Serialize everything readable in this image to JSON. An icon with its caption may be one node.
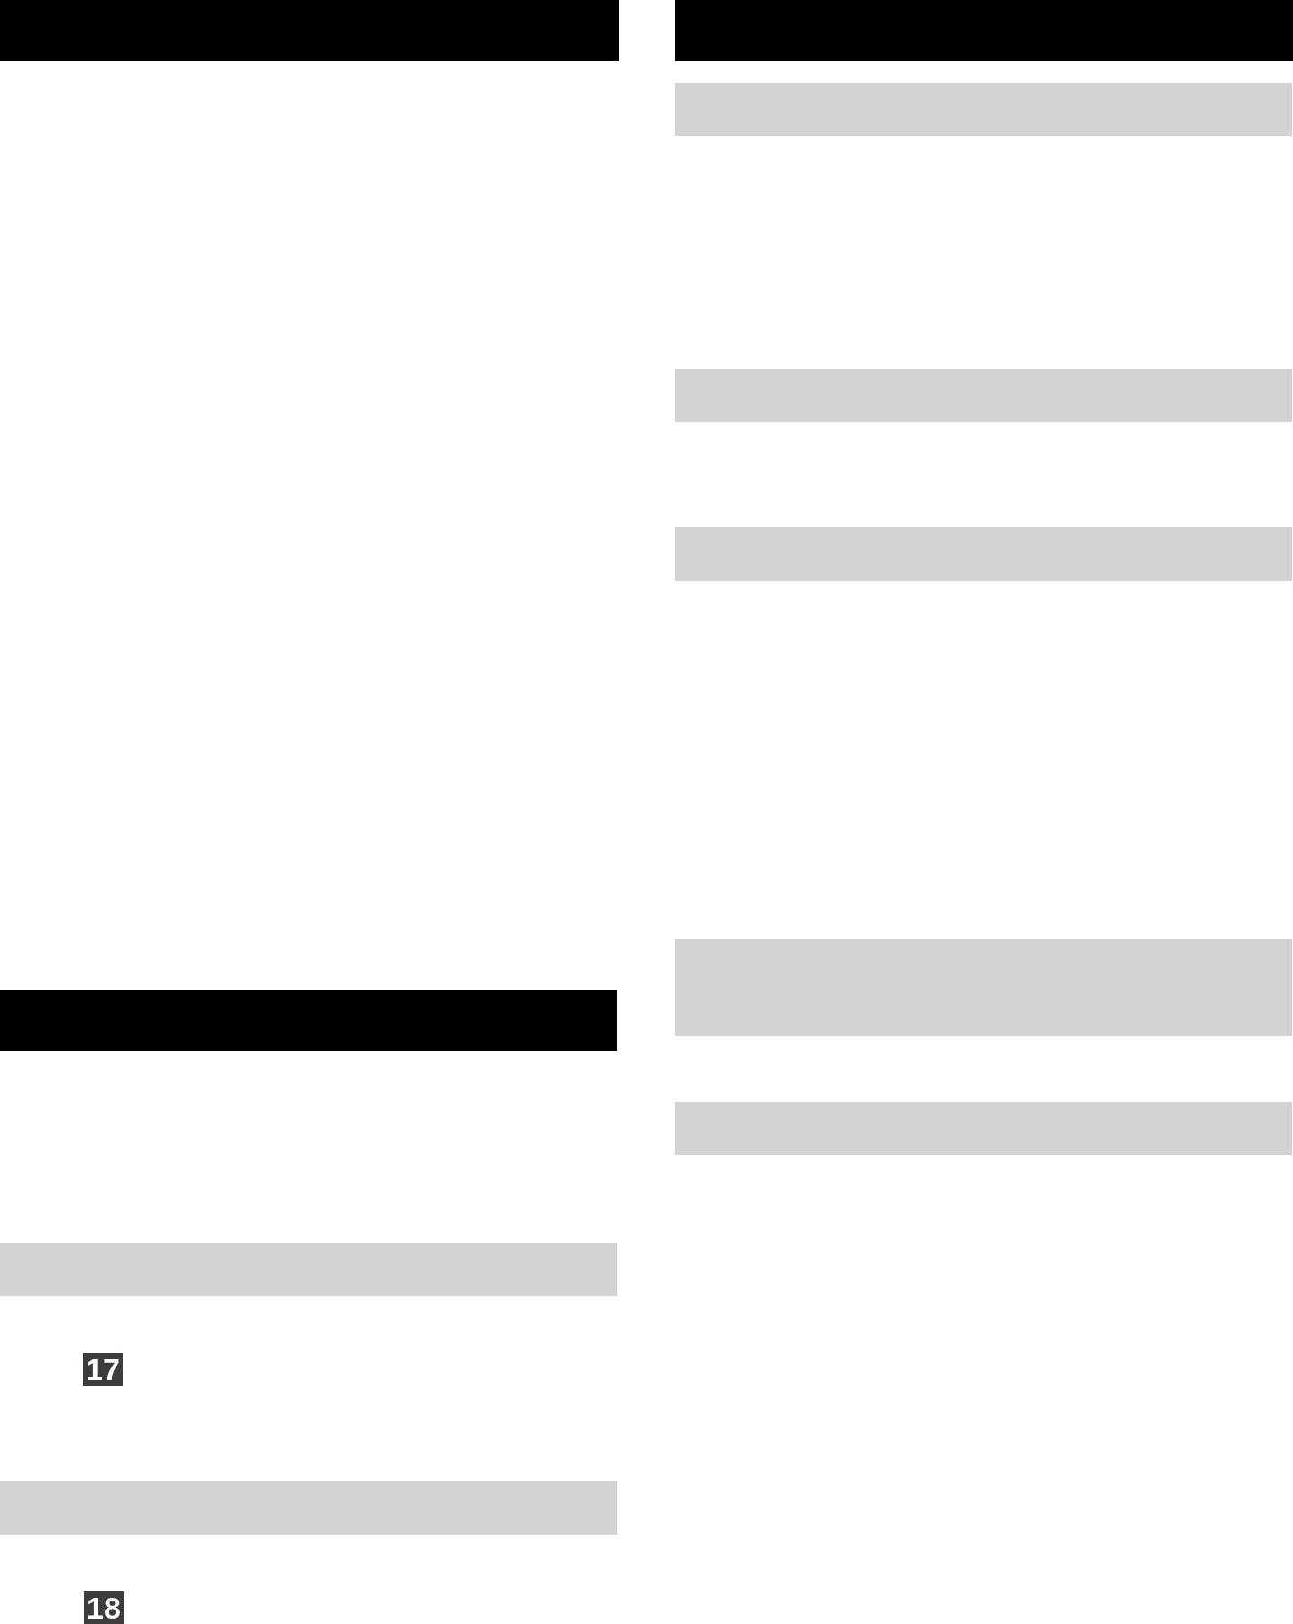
{
  "diagram": {
    "nodes": [
      {
        "text": [],
        "shape": "bar"
      },
      {
        "text": [],
        "shape": "bar"
      },
      {
        "text": [],
        "shape": "bar"
      },
      {
        "text": [],
        "shape": "bar"
      },
      {
        "text": [],
        "shape": "bar"
      },
      {
        "text": [],
        "shape": "bar"
      },
      {
        "text": [],
        "shape": "bar"
      },
      {
        "text": [],
        "shape": "bar"
      },
      {
        "text": [],
        "shape": "bar"
      },
      {
        "text": [],
        "shape": "bar"
      }
    ],
    "labels": [
      "17",
      "18"
    ]
  }
}
